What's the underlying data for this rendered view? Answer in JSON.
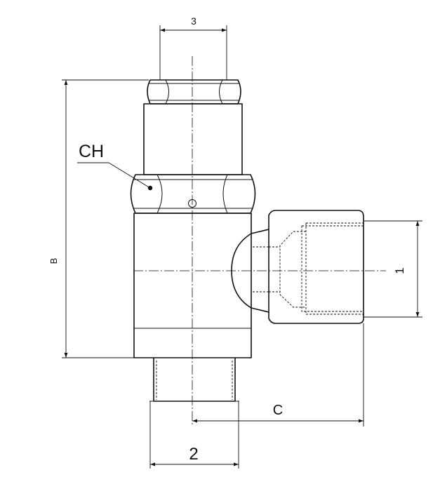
{
  "labels": {
    "dim_top": "3",
    "dim_left": "B",
    "dim_right": "1",
    "dim_bottom_right": "C",
    "dim_bottom": "2",
    "callout": "CH"
  }
}
